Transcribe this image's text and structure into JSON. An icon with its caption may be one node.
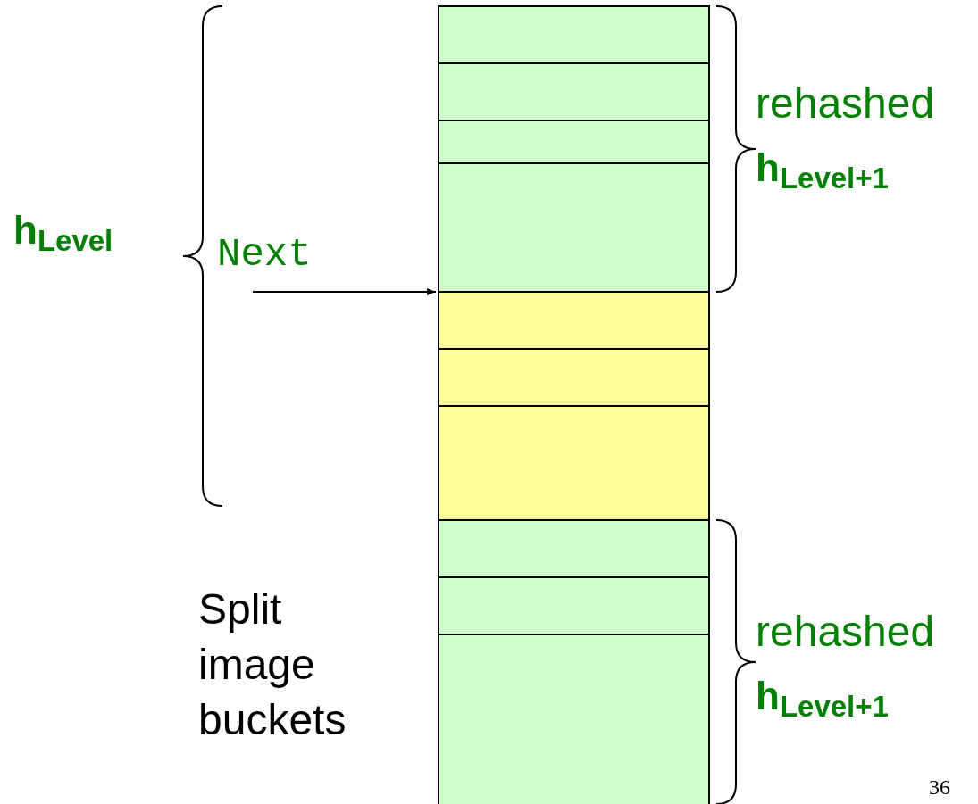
{
  "diagram": {
    "nodes": [
      {
        "text": [],
        "shape": "box"
      },
      {
        "text": [],
        "shape": "box"
      },
      {
        "text": [],
        "shape": "box"
      },
      {
        "text": [],
        "shape": "box"
      },
      {
        "text": [],
        "shape": "box"
      },
      {
        "text": [],
        "shape": "box"
      },
      {
        "text": [],
        "shape": "box"
      },
      {
        "text": [],
        "shape": "box"
      },
      {
        "text": [],
        "shape": "box"
      },
      {
        "text": [],
        "shape": "box"
      },
      {
        "text": [
          "Next"
        ]
      }
    ],
    "edges": [
      {
        "from": 10,
        "to": 4,
        "arrow": "to"
      }
    ],
    "labels": [
      "h$_{Level}$",
      "rehashed",
      "h$_{Level+1}$",
      "Split image buckets",
      "rehashed",
      "h$_{Level+1}$",
      "36"
    ]
  }
}
